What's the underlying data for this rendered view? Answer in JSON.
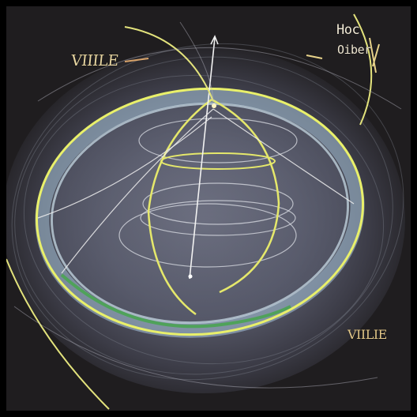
{
  "scene": {
    "labels": {
      "top_left": "VIIILE",
      "top_right_line1": "Hoc",
      "top_right_line2": "Oiber",
      "bottom_right": "VIILIE"
    }
  }
}
